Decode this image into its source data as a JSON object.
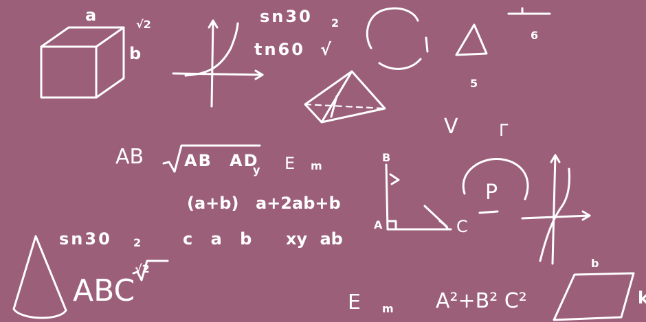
{
  "background_color": "#9c5f7a",
  "chalk_color": "#ffffff",
  "texts": {
    "cube_label_top": "a",
    "cube_label_side": "b",
    "cube_label_root": "√2",
    "sin30_top": "sn30",
    "tan60": "tn60",
    "root_top": "√",
    "small_2_top": "2",
    "fraction_6": "6",
    "number_5": "5",
    "check_v": "V",
    "gamma": "Γ",
    "ab_row": "AB",
    "sqrt_ab": "AB",
    "ad_y": "AD",
    "ad_y_sub": "y",
    "e_m_1": "E",
    "e_m_1_m": "m",
    "a_plus_b": "(a+b)",
    "expansion": "a+2ab+b",
    "sin30_bottom": "sn30",
    "small_2_bottom": "2",
    "c_a_b": "c  a  b",
    "xy_ab": "xy  ab",
    "root2_bottom": "√2",
    "abc": "ABC",
    "tri_b": "B",
    "tri_a": "A",
    "tri_c": "C",
    "p_letter": "P",
    "e_m_2": "E",
    "e_m_2_m": "m",
    "a2_b2_c2": "A²+B²  C²",
    "para_b": "b",
    "edge_k": "k"
  }
}
